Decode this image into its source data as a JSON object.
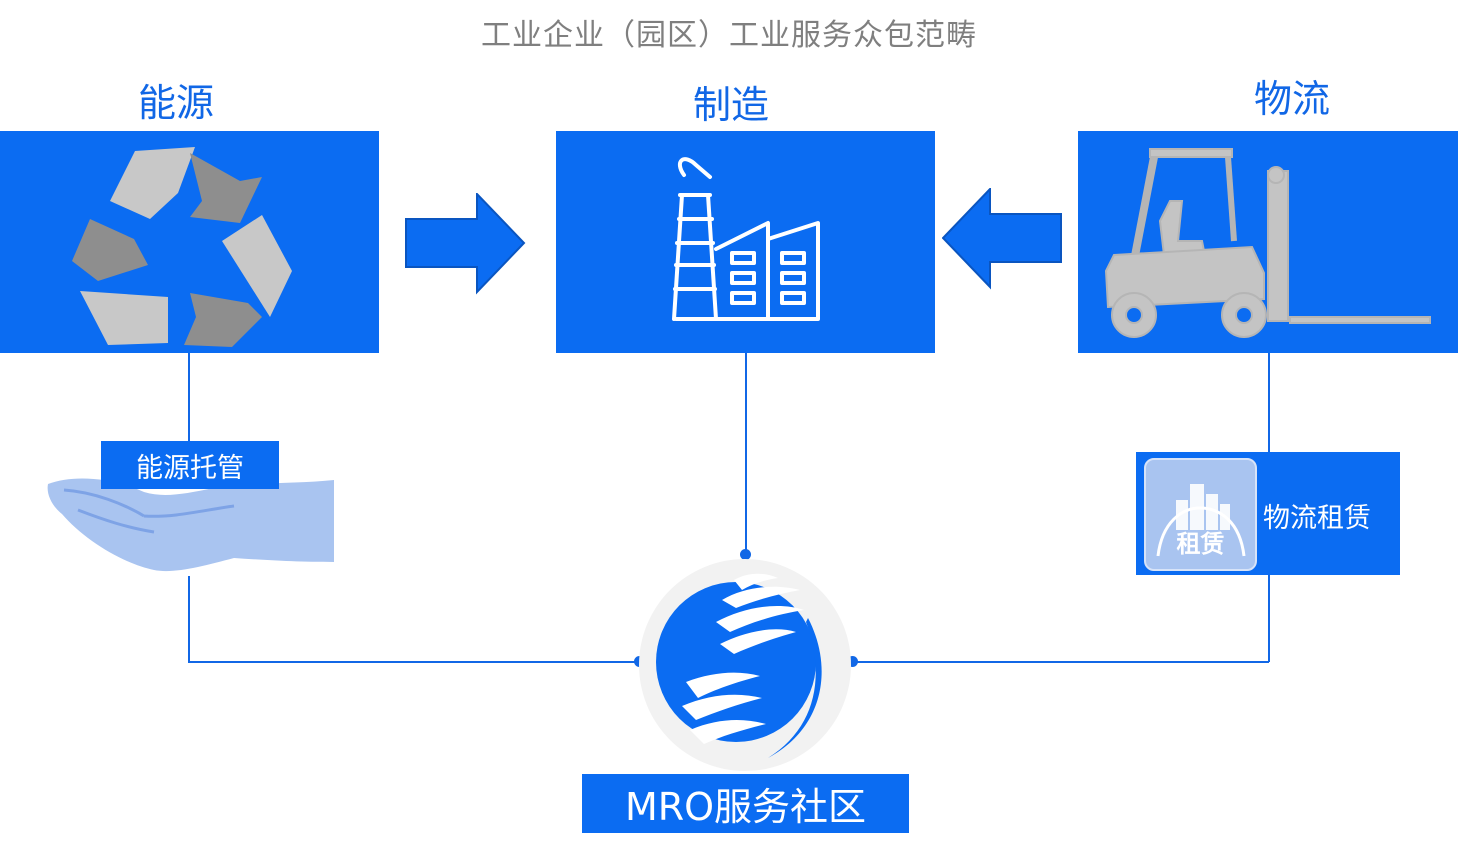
{
  "title": "工业企业（园区）工业服务众包范畴",
  "categories": {
    "energy": "能源",
    "manufacturing": "制造",
    "logistics": "物流"
  },
  "tags": {
    "energy_hosting": "能源托管",
    "logistics_leasing": "物流租赁",
    "leasing_badge": "租赁"
  },
  "mro": {
    "label": "MRO服务社区"
  },
  "colors": {
    "brand_blue": "#0b6cf2",
    "line_blue": "#1167e6",
    "title_gray": "#7f7f7f"
  },
  "icons": [
    "recycle-icon",
    "factory-icon",
    "forklift-icon",
    "open-hand-icon",
    "building-lease-icon",
    "mro-globe-hands-icon",
    "arrow-right-icon",
    "arrow-left-icon"
  ]
}
